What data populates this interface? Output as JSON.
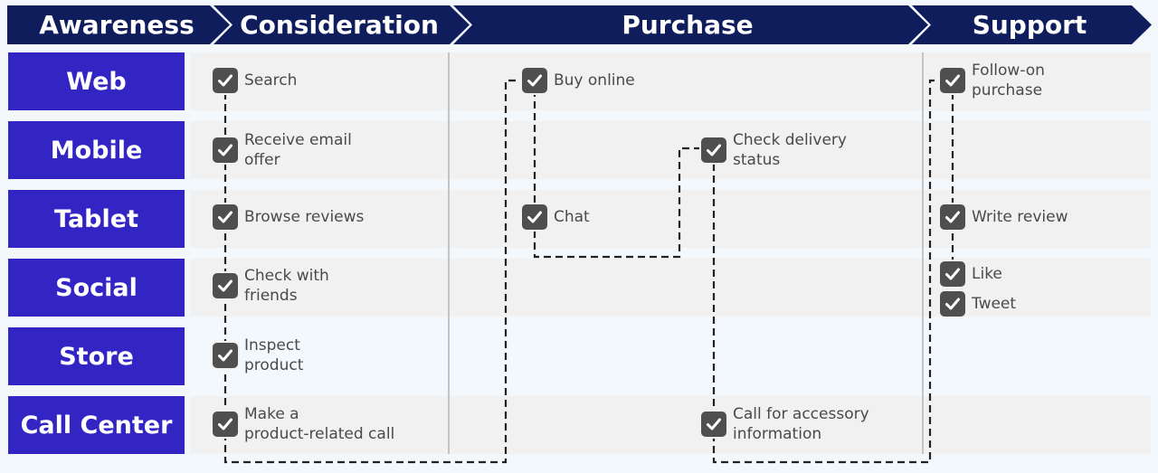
{
  "stages": [
    {
      "label": "Awareness"
    },
    {
      "label": "Consideration"
    },
    {
      "label": "Purchase"
    },
    {
      "label": "Support"
    }
  ],
  "channels": [
    {
      "label": "Web"
    },
    {
      "label": "Mobile"
    },
    {
      "label": "Tablet"
    },
    {
      "label": "Social"
    },
    {
      "label": "Store"
    },
    {
      "label": "Call Center"
    }
  ],
  "steps": [
    {
      "label": "Search"
    },
    {
      "label": "Receive email\noffer"
    },
    {
      "label": "Browse reviews"
    },
    {
      "label": "Check with\nfriends"
    },
    {
      "label": "Inspect\nproduct"
    },
    {
      "label": "Make a\nproduct-related call"
    },
    {
      "label": "Buy online"
    },
    {
      "label": "Chat"
    },
    {
      "label": "Check delivery\nstatus"
    },
    {
      "label": "Call for accessory\ninformation"
    },
    {
      "label": "Follow-on\npurchase"
    },
    {
      "label": "Write review"
    },
    {
      "label": "Like"
    },
    {
      "label": "Tweet"
    }
  ],
  "colors": {
    "stage_header": "#0f1d5c",
    "channel_label": "#3225c4",
    "row_band": "#f1f1f1",
    "background": "#f3f8fc",
    "checkbox": "#4f4f4f",
    "path": "#222222"
  }
}
